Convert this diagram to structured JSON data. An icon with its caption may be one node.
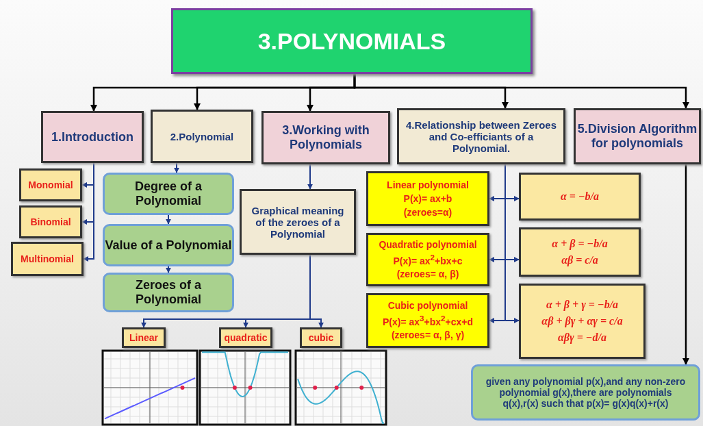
{
  "diagram": {
    "nodes": [
      {
        "text": [
          "3.POLYNOMIALS"
        ]
      },
      {
        "text": [
          "1.Introduction"
        ]
      },
      {
        "text": [
          "2.Polynomial"
        ]
      },
      {
        "text": [
          "3.Working with Polynomials"
        ]
      },
      {
        "text": [
          "4.Relationship between Zeroes and Co-efficiants of a Polynomial."
        ]
      },
      {
        "text": [
          "5.Division Algorithm for polynomials"
        ]
      },
      {
        "text": [
          "Monomial"
        ]
      },
      {
        "text": [
          "Binomial"
        ]
      },
      {
        "text": [
          "Multinomial"
        ]
      },
      {
        "text": [
          "Degree of a Polynomial"
        ]
      },
      {
        "text": [
          "Value of a Polynomial"
        ]
      },
      {
        "text": [
          "Zeroes of a Polynomial"
        ]
      },
      {
        "text": [
          "Graphical meaning of the zeroes of a Polynomial"
        ]
      },
      {
        "text": [
          "Linear"
        ]
      },
      {
        "text": [
          "quadratic"
        ]
      },
      {
        "text": [
          "cubic"
        ]
      },
      {
        "text": [
          "Linear polynomial",
          "P(x)= ax+b",
          "(zeroes=α)"
        ]
      },
      {
        "text": [
          "Quadratic polynomial",
          "P(x)= ax$^{2}$+bx+c",
          "(zeroes= α, β)"
        ]
      },
      {
        "text": [
          "Cubic polynomial",
          "P(x)= ax$^{3}$+bx$^{2}$+cx+d",
          "(zeroes= α, β, γ)"
        ]
      },
      {
        "text": [
          "α = −b/a"
        ]
      },
      {
        "text": [
          "α + β = −b/a",
          "αβ = c/a"
        ]
      },
      {
        "text": [
          "α + β + γ = −b/a",
          "αβ + βγ + αγ = c/a",
          "αβγ = −d/a"
        ]
      },
      {
        "text": [
          "given any polynomial p(x),and any non-zero polynomial g(x),there are polynomials q(x),r(x) such that p(x)= g(x)q(x)+r(x)"
        ]
      }
    ],
    "edges": [
      {
        "from": 0,
        "to": 1,
        "arrow": "to",
        "color": "#000000"
      },
      {
        "from": 0,
        "to": 2,
        "arrow": "to",
        "color": "#000000"
      },
      {
        "from": 0,
        "to": 3,
        "arrow": "to",
        "color": "#000000"
      },
      {
        "from": 0,
        "to": 4,
        "arrow": "to",
        "color": "#000000"
      },
      {
        "from": 0,
        "to": 5,
        "arrow": "to",
        "color": "#000000"
      },
      {
        "from": 1,
        "to": 6,
        "arrow": "to"
      },
      {
        "from": 1,
        "to": 7,
        "arrow": "to"
      },
      {
        "from": 1,
        "to": 8,
        "arrow": "to"
      },
      {
        "from": 2,
        "to": 9,
        "arrow": "to"
      },
      {
        "from": 9,
        "to": 10,
        "arrow": "to"
      },
      {
        "from": 10,
        "to": 11,
        "arrow": "to"
      },
      {
        "from": 3,
        "to": 12,
        "arrow": "to"
      },
      {
        "from": 12,
        "to": 13,
        "arrow": "to"
      },
      {
        "from": 12,
        "to": 14,
        "arrow": "to"
      },
      {
        "from": 12,
        "to": 15,
        "arrow": "to"
      },
      {
        "from": 4,
        "to": 16,
        "arrow": "to"
      },
      {
        "from": 4,
        "to": 19,
        "arrow": "to"
      },
      {
        "from": 4,
        "to": 17,
        "arrow": "to"
      },
      {
        "from": 4,
        "to": 20,
        "arrow": "to"
      },
      {
        "from": 4,
        "to": 18,
        "arrow": "to"
      },
      {
        "from": 4,
        "to": 21,
        "arrow": "to"
      },
      {
        "from": 5,
        "to": 22,
        "arrow": "to",
        "color": "#000000"
      }
    ]
  }
}
